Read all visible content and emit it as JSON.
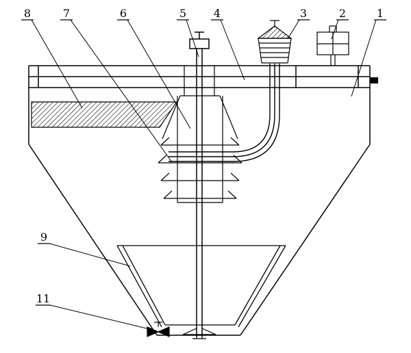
{
  "diagram": {
    "background": "#ffffff",
    "line_color": "#000000",
    "labels": {
      "n1": "1",
      "n2": "2",
      "n3": "3",
      "n4": "4",
      "n5": "5",
      "n6": "6",
      "n7": "7",
      "n8": "8",
      "n9": "9",
      "n11": "11"
    }
  }
}
